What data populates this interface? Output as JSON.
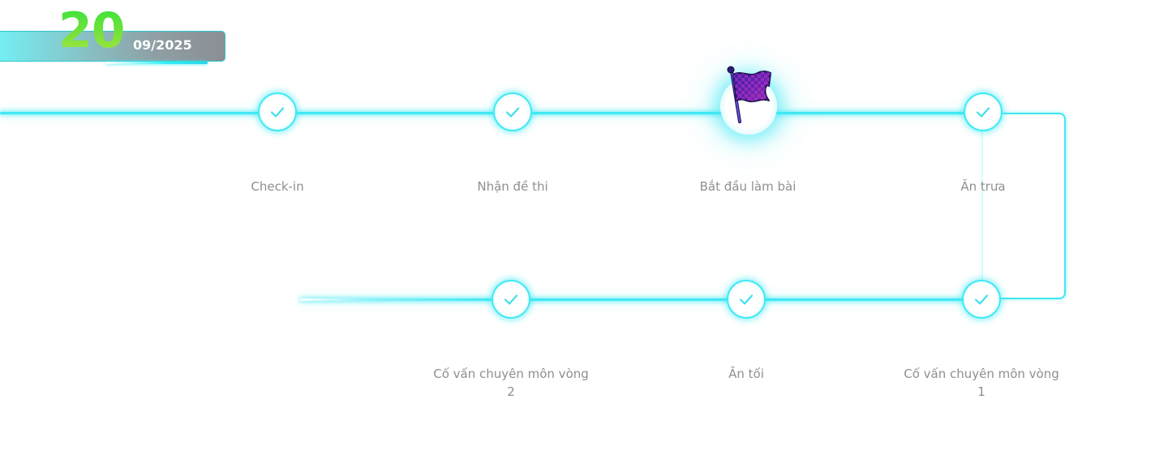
{
  "date": {
    "day": "20",
    "month_year": "09/2025"
  },
  "colors": {
    "accent": "#3fe8f3",
    "label": "#8f8f8f",
    "day_gradient_start": "#2fe23c",
    "flag": "#5b1fa8"
  },
  "steps": [
    {
      "label": "Check-in",
      "status": "done",
      "icon": "check-icon"
    },
    {
      "label": "Nhận đề thi",
      "status": "done",
      "icon": "check-icon"
    },
    {
      "label": "Bắt đầu làm bài",
      "status": "current",
      "icon": "flag-icon"
    },
    {
      "label": "Ăn trưa",
      "status": "done",
      "icon": "check-icon"
    },
    {
      "label": "Cố vấn chuyên môn vòng 1",
      "status": "done",
      "icon": "check-icon"
    },
    {
      "label": "Ăn tối",
      "status": "done",
      "icon": "check-icon"
    },
    {
      "label": "Cố vấn chuyên môn vòng 2",
      "status": "done",
      "icon": "check-icon"
    }
  ]
}
